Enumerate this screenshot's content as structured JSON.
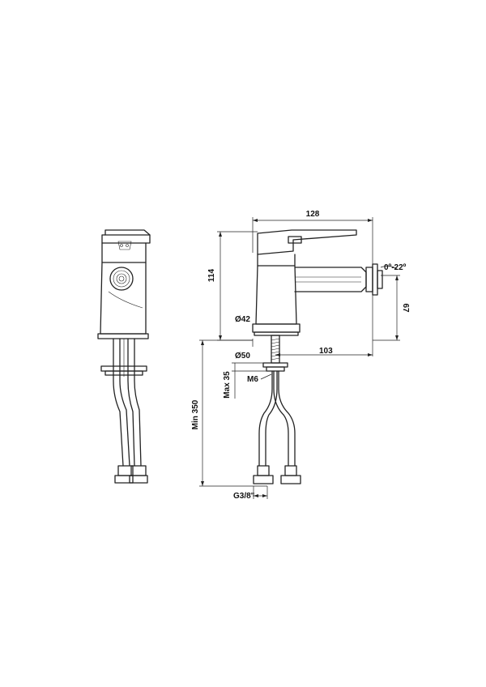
{
  "drawing": {
    "dimensions": {
      "width_top": "128",
      "height_left": "114",
      "angle": "0º-22º",
      "spout_height": "67",
      "base_dia": "Ø42",
      "flange_dia": "Ø50",
      "spout_reach": "103",
      "max_thickness": "Max 35",
      "rod_thread": "M6",
      "hose_length": "Min 350",
      "hose_thread": "G3/8\""
    }
  }
}
